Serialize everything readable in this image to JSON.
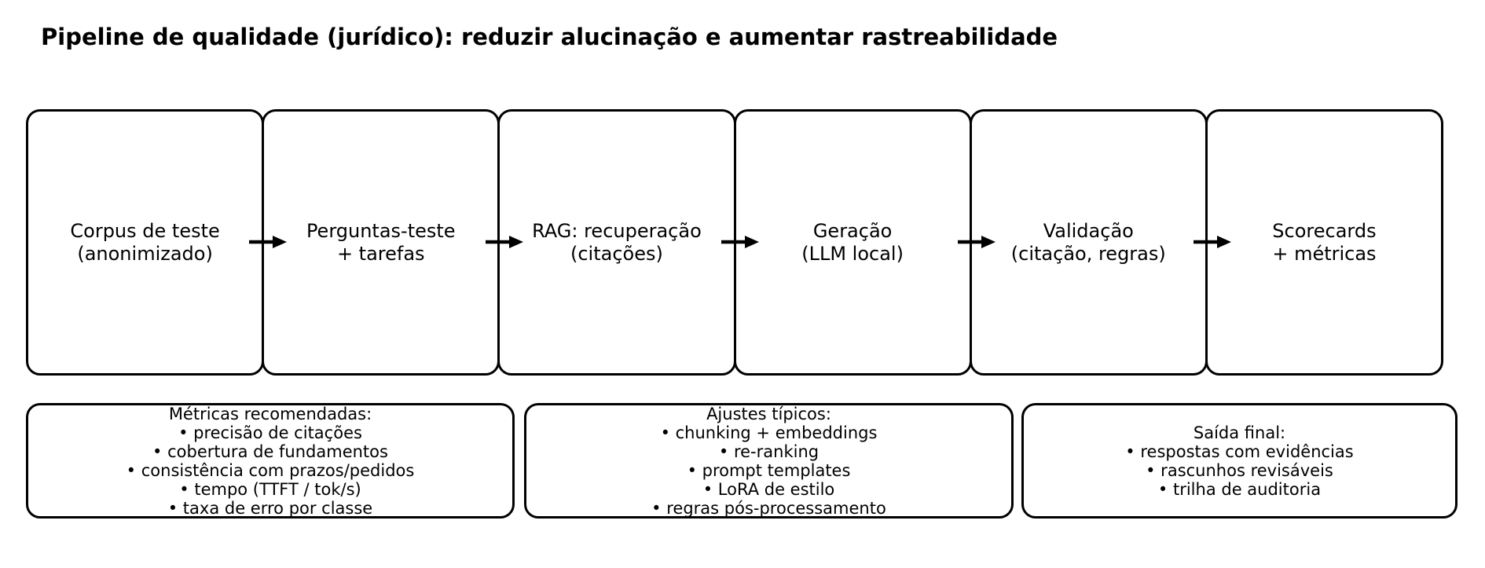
{
  "title": "Pipeline de qualidade (jurídico): reduzir alucinação e aumentar rastreabilidade",
  "colors": {
    "ink": "#000000",
    "background": "#ffffff"
  },
  "pipeline": {
    "stages": [
      {
        "line1": "Corpus de teste",
        "line2": "(anonimizado)"
      },
      {
        "line1": "Perguntas-teste",
        "line2": "+ tarefas"
      },
      {
        "line1": "RAG: recuperação",
        "line2": "(citações)"
      },
      {
        "line1": "Geração",
        "line2": "(LLM local)"
      },
      {
        "line1": "Validação",
        "line2": "(citação, regras)"
      },
      {
        "line1": "Scorecards",
        "line2": "+ métricas"
      }
    ]
  },
  "notes": [
    {
      "title": "Métricas recomendadas:",
      "items": [
        "• precisão de citações",
        "• cobertura de fundamentos",
        "• consistência com prazos/pedidos",
        "• tempo (TTFT / tok/s)",
        "• taxa de erro por classe"
      ]
    },
    {
      "title": "Ajustes típicos:",
      "items": [
        "• chunking + embeddings",
        "• re-ranking",
        "• prompt templates",
        "• LoRA de estilo",
        "• regras pós-processamento"
      ]
    },
    {
      "title": "Saída final:",
      "items": [
        "• respostas com evidências",
        "• rascunhos revisáveis",
        "• trilha de auditoria"
      ]
    }
  ]
}
